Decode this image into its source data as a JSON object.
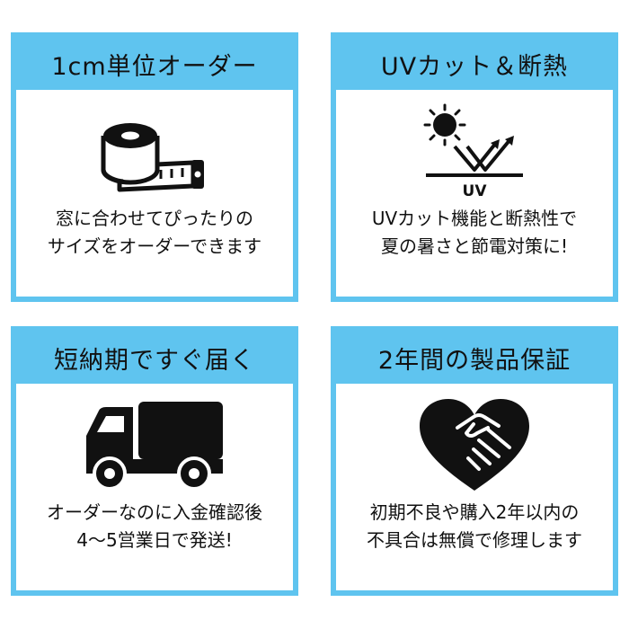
{
  "colors": {
    "accent": "#5fc4ef",
    "text": "#111111",
    "background": "#ffffff"
  },
  "cards": [
    {
      "title": "1cm単位オーダー",
      "icon": "tape-measure-icon",
      "lines": [
        "窓に合わせてぴったりの",
        "サイズをオーダーできます"
      ]
    },
    {
      "title": "UVカット＆断熱",
      "icon": "uv-cut-icon",
      "icon_label": "UV",
      "lines": [
        "UVカット機能と断熱性で",
        "夏の暑さと節電対策に!"
      ]
    },
    {
      "title": "短納期ですぐ届く",
      "icon": "delivery-truck-icon",
      "lines": [
        "オーダーなのに入金確認後",
        "4～5営業日で発送!"
      ]
    },
    {
      "title": "2年間の製品保証",
      "icon": "handshake-heart-icon",
      "lines": [
        "初期不良や購入2年以内の",
        "不具合は無償で修理します"
      ]
    }
  ]
}
